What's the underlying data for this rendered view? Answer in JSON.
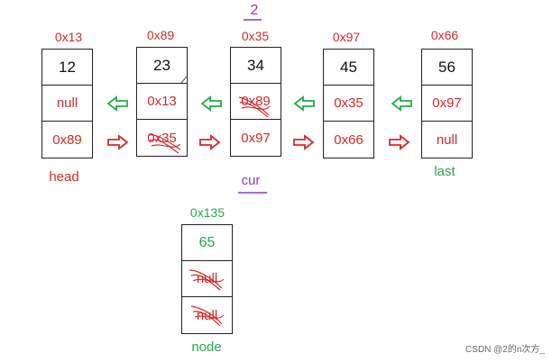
{
  "colors": {
    "red": "#d42a2a",
    "green": "#2aa84a",
    "purple": "#8a3fbf",
    "ink": "#111111"
  },
  "top_mark": "2",
  "nodes": [
    {
      "addr": "0x13",
      "value": "12",
      "next": "null",
      "prev": "0x89",
      "label": "head"
    },
    {
      "addr": "0x89",
      "value": "23",
      "next": "0x13",
      "prev": "0x35",
      "label": ""
    },
    {
      "addr": "0x35",
      "value": "34",
      "next": "0x89",
      "prev": "0x97",
      "label": "cur"
    },
    {
      "addr": "0x97",
      "value": "45",
      "next": "0x35",
      "prev": "0x66",
      "label": ""
    },
    {
      "addr": "0x66",
      "value": "56",
      "next": "0x97",
      "prev": "null",
      "label": "last"
    }
  ],
  "new_node": {
    "addr": "0x135",
    "value": "65",
    "next": "null",
    "prev": "null",
    "label": "node"
  },
  "watermark": "CSDN @2的n次方_"
}
